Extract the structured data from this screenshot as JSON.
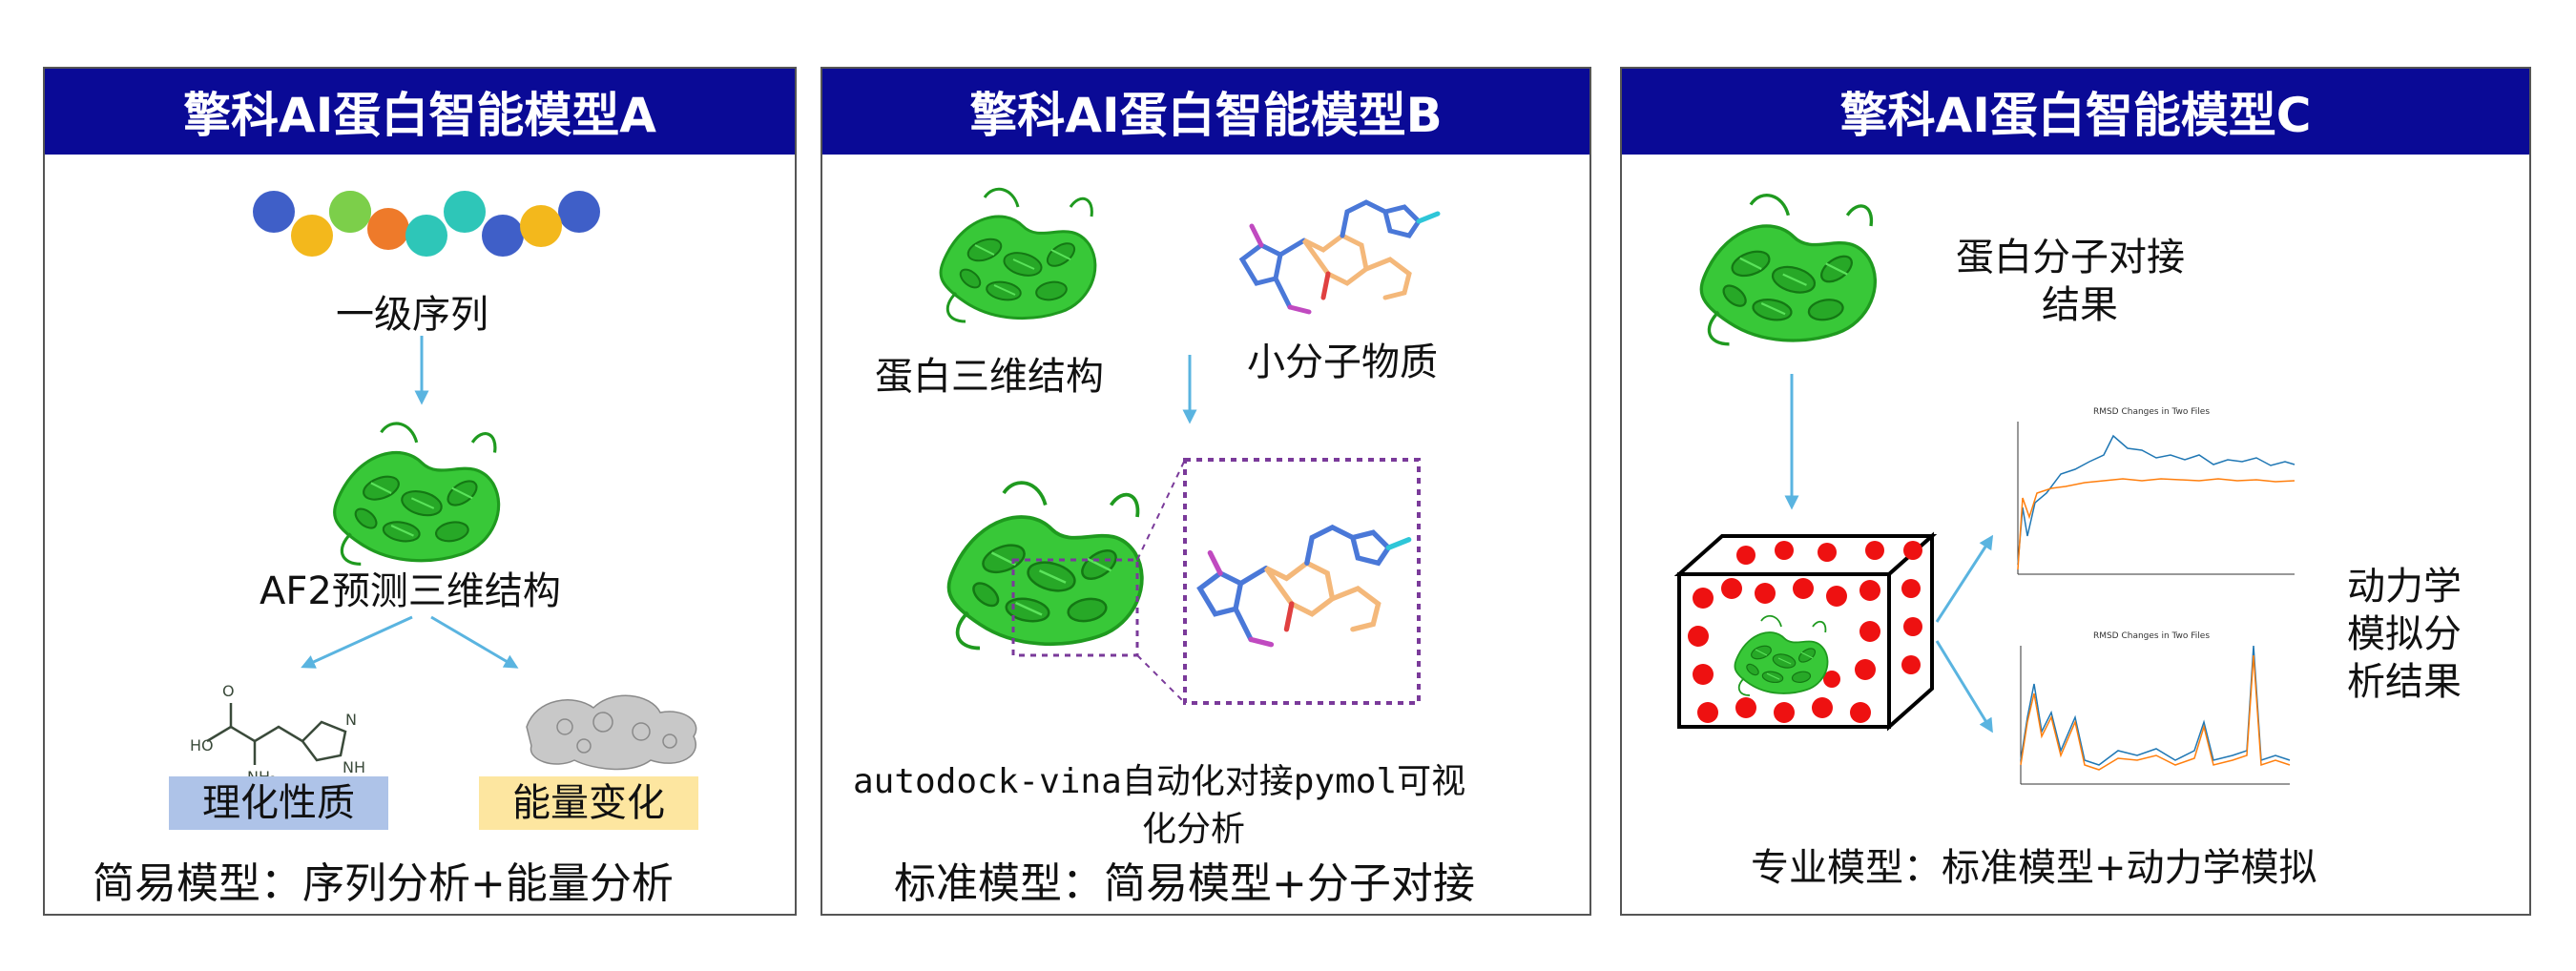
{
  "panel_a": {
    "title": "擎科AI蛋白智能模型A",
    "sequence_label": "一级序列",
    "structure_label": "AF2预测三维结构",
    "property_tag": "理化性质",
    "energy_tag": "能量变化",
    "footer": "简易模型：序列分析+能量分析"
  },
  "panel_b": {
    "title": "擎科AI蛋白智能模型B",
    "protein_label": "蛋白三维结构",
    "ligand_label": "小分子物质",
    "tool_line1": "autodock-vina自动化对接pymol可视",
    "tool_line2": "化分析",
    "footer": "标准模型：简易模型+分子对接"
  },
  "panel_c": {
    "title": "擎科AI蛋白智能模型C",
    "docking_line1": "蛋白分子对接",
    "docking_line2": "结果",
    "md_line1": "动力学",
    "md_line2": "模拟分",
    "md_line3": "析结果",
    "footer": "专业模型：标准模型+动力学模拟",
    "chart1_title": "RMSD Changes in Two Files",
    "chart2_title": "RMSD Changes in Two Files"
  },
  "colors": {
    "header_bg": "#0a0a96",
    "protein_green": "#2fbf2f",
    "arrow_blue": "#5ab4e0",
    "tag_blue": "#aec3e8",
    "tag_yellow": "#fde6a0",
    "bead_blue": "#3f5fc8",
    "bead_yellow": "#f3b81c",
    "bead_orange": "#ee7a2a",
    "bead_green": "#7ccf4a",
    "bead_teal": "#2ec6b8",
    "dashed_purple": "#7a3a9a",
    "solvent_red": "#ee1111"
  }
}
